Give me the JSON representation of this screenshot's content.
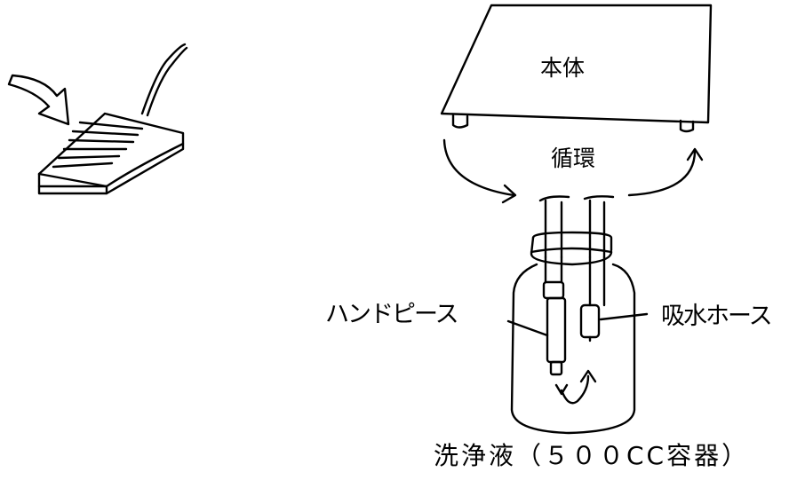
{
  "labels": {
    "main_unit": "本体",
    "circulation": "循環",
    "handpiece": "ハンドピース",
    "suction_hose": "吸水ホース",
    "cleaning_solution": "洗浄液（５００CC容器）"
  },
  "icons": [
    "foot-pedal-icon",
    "curved-arrow-icon"
  ],
  "colors": {
    "line": "#000000",
    "background": "#ffffff"
  }
}
